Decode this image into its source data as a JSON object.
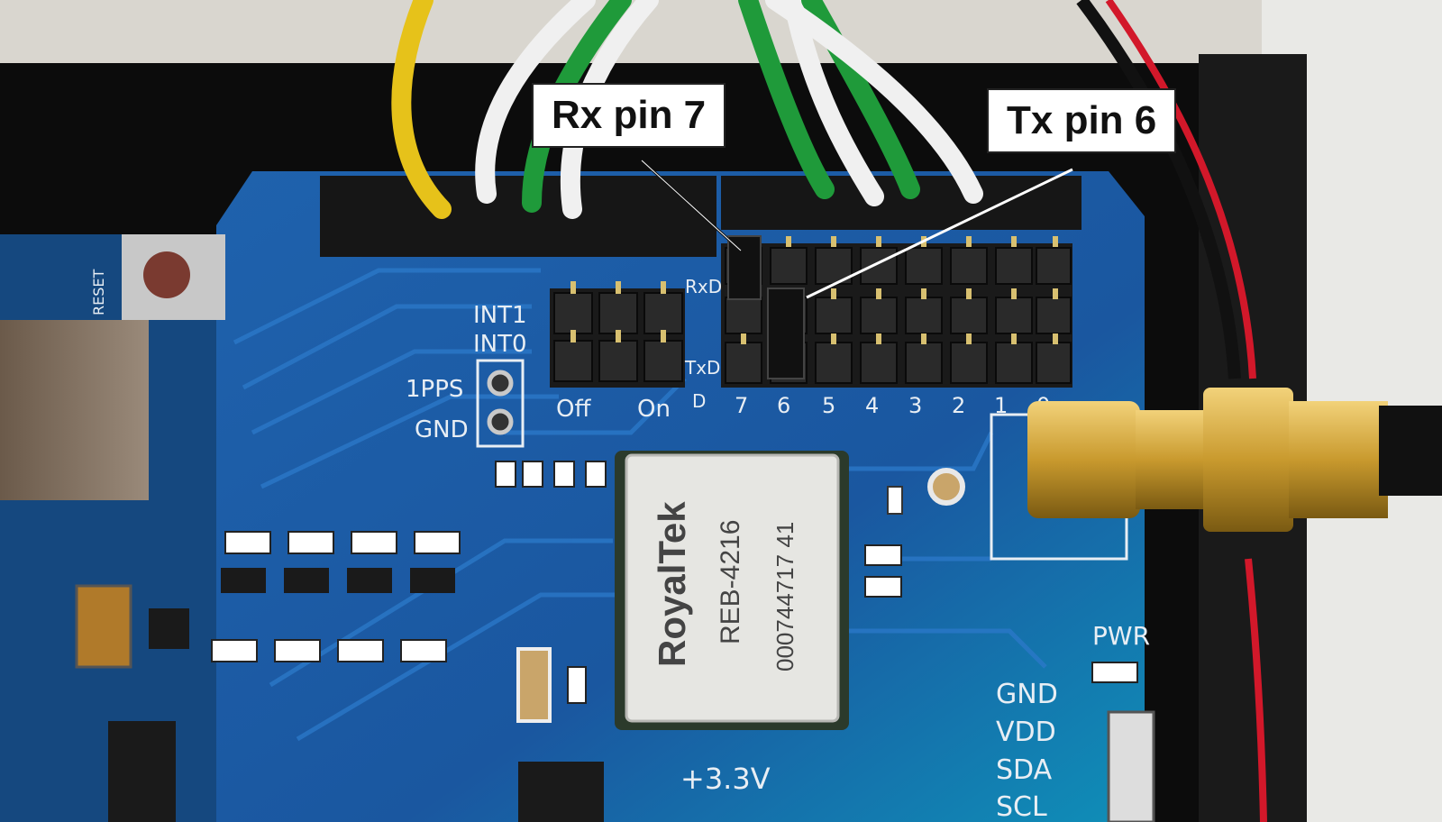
{
  "callouts": {
    "rx": "Rx pin 7",
    "tx": "Tx pin 6"
  },
  "board_labels": {
    "reset": "RESET",
    "int1": "INT1",
    "int0": "INT0",
    "pps": "1PPS",
    "gnd_left": "GND",
    "off": "Off",
    "on": "On",
    "rxd": "RxD",
    "txd": "TxD",
    "d": "D",
    "pins": [
      "7",
      "6",
      "5",
      "4",
      "3",
      "2",
      "1",
      "0"
    ],
    "pwr": "PWR",
    "gnd_right": "GND",
    "vdd": "VDD",
    "sda": "SDA",
    "scl": "SCL",
    "v33": "+3.3V"
  },
  "module": {
    "brand": "RoyalTek",
    "model": "REB-4216",
    "serial": "000744717 41"
  },
  "colors": {
    "pcb": "#1d5fa8",
    "header": "#151515",
    "callout_bg": "#ffffff",
    "wire_yellow": "#e6c21a",
    "wire_green": "#1f9a3a",
    "wire_white": "#f0f0f0",
    "connector_gold": "#c9a23a"
  }
}
